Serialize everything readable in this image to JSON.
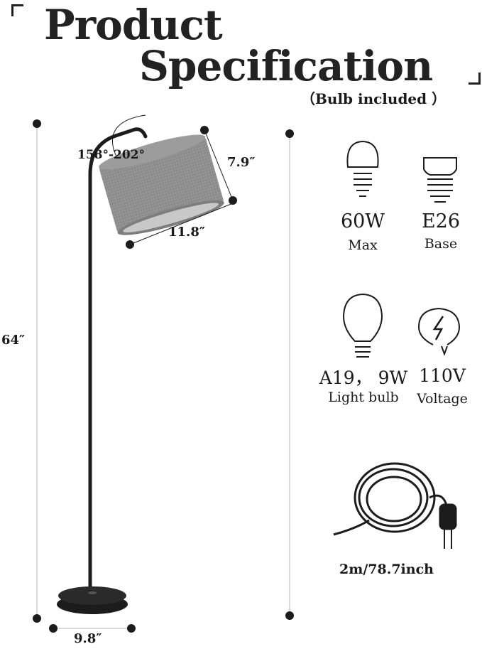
{
  "header": {
    "title_line1": "Product",
    "title_line2": "Specification",
    "subtitle": "（Bulb included ）"
  },
  "dimensions": {
    "height": "64″",
    "shade_height": "7.9″",
    "shade_width": "11.8″",
    "base_width": "9.8″",
    "angle": "158°-202°"
  },
  "specs": [
    {
      "value": "60W",
      "label": "Max",
      "icon": "bulb-icon"
    },
    {
      "value": "E26",
      "label": "Base",
      "icon": "bulb-base-icon"
    },
    {
      "value": "A19， 9W",
      "label": "Light bulb",
      "icon": "a19-bulb-icon"
    },
    {
      "value": "110V",
      "label": "Voltage",
      "icon": "voltage-icon"
    }
  ],
  "cord": {
    "length": "2m/78.7inch",
    "icon": "power-cord-icon"
  },
  "colors": {
    "shade": "#8a8a8a",
    "lamp": "#1c1c1c",
    "line": "#b5b5b5"
  }
}
